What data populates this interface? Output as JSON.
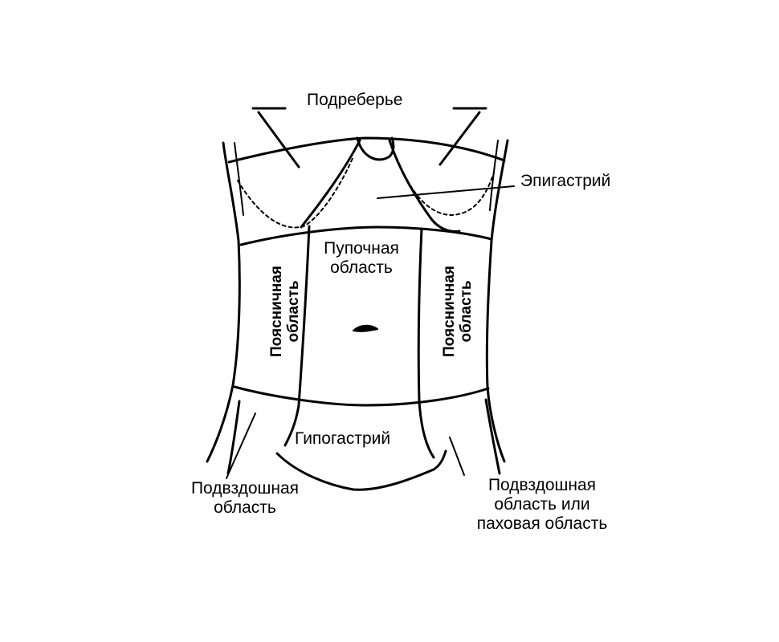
{
  "labels": {
    "hypochondrium": "Подреберье",
    "epigastrium": "Эпигастрий",
    "umbilical_line1": "Пупочная",
    "umbilical_line2": "область",
    "lumbar_left_line1": "Поясничная",
    "lumbar_left_line2": "область",
    "lumbar_right_line1": "Поясничная",
    "lumbar_right_line2": "область",
    "hypogastrium": "Гипогастрий",
    "iliac_left_line1": "Подвздошная",
    "iliac_left_line2": "область",
    "iliac_right_line1": "Подвздошная",
    "iliac_right_line2": "область или",
    "iliac_right_line3": "паховая область"
  },
  "colors": {
    "ink": "#000000",
    "background": "#ffffff"
  }
}
